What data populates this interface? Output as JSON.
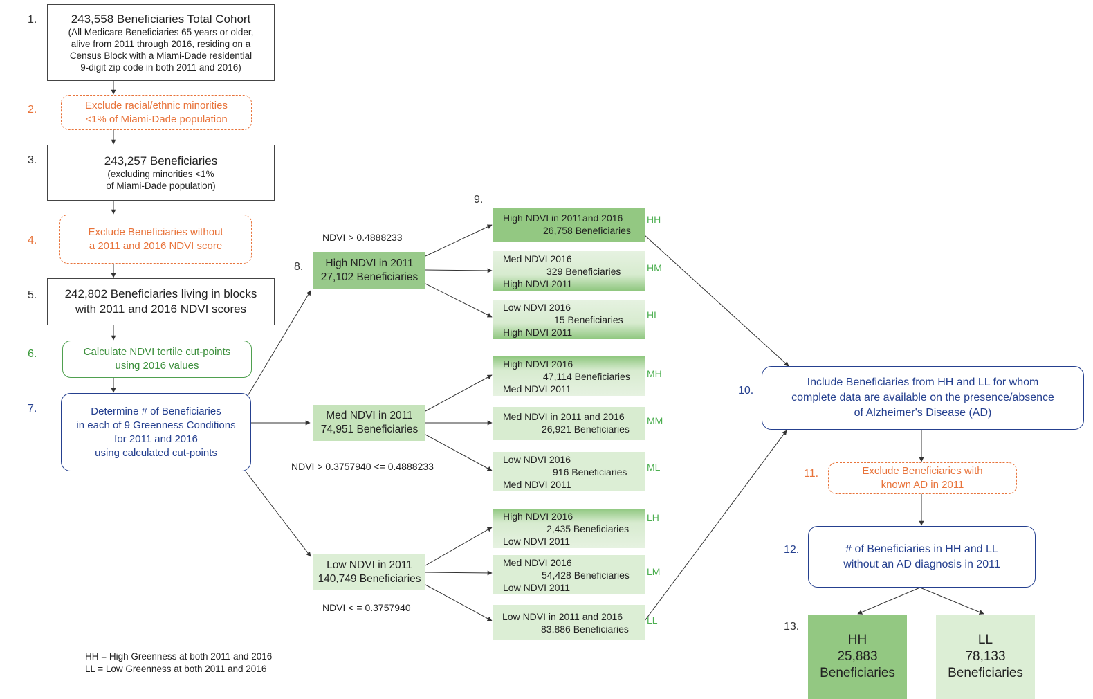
{
  "step_numbers": {
    "s1": "1.",
    "s2": "2.",
    "s3": "3.",
    "s4": "4.",
    "s5": "5.",
    "s6": "6.",
    "s7": "7.",
    "s8": "8.",
    "s9": "9.",
    "s10": "10.",
    "s11": "11.",
    "s12": "12.",
    "s13": "13."
  },
  "step1": {
    "title": "243,558 Beneficiaries Total Cohort",
    "line1": "(All Medicare Beneficiaries 65 years or older,",
    "line2": "alive from 2011 through 2016, residing on a",
    "line3": "Census Block with a Miami-Dade residential",
    "line4": "9-digit zip code in both 2011 and 2016)"
  },
  "step2": {
    "line1": "Exclude racial/ethnic minorities",
    "line2": "<1% of Miami-Dade population"
  },
  "step3": {
    "title": "243,257 Beneficiaries",
    "line1": "(excluding minorities <1%",
    "line2": "of Miami-Dade population)"
  },
  "step4": {
    "line1": "Exclude Beneficiaries without",
    "line2": "a 2011 and 2016 NDVI score"
  },
  "step5": {
    "line1": "242,802 Beneficiaries living in blocks",
    "line2": "with 2011 and 2016 NDVI scores"
  },
  "step6": {
    "line1": "Calculate NDVI tertile cut-points",
    "line2": "using 2016 values"
  },
  "step7": {
    "line1": "Determine # of Beneficiaries",
    "line2": "in each of 9 Greenness Conditions",
    "line3": "for 2011 and 2016",
    "line4": "using calculated cut-points"
  },
  "level2011": {
    "high": {
      "line1": "High NDVI in 2011",
      "line2": "27,102 Beneficiaries"
    },
    "med": {
      "line1": "Med NDVI in 2011",
      "line2": "74,951 Beneficiaries"
    },
    "low": {
      "line1": "Low NDVI in 2011",
      "line2": "140,749 Beneficiaries"
    }
  },
  "cutpoints": {
    "high": "NDVI > 0.4888233",
    "med": "NDVI  > 0.3757940 <= 0.4888233",
    "low": "NDVI < = 0.3757940"
  },
  "conditions": {
    "HH": {
      "code": "HH",
      "line1": "High NDVI in 2011and 2016",
      "line2": "26,758 Beneficiaries"
    },
    "HM": {
      "code": "HM",
      "line1": "Med NDVI 2016",
      "line2": "329 Beneficiaries",
      "line3": "High NDVI 2011"
    },
    "HL": {
      "code": "HL",
      "line1": "Low NDVI 2016",
      "line2": "15 Beneficiaries",
      "line3": "High NDVI 2011"
    },
    "MH": {
      "code": "MH",
      "line1": "High NDVI 2016",
      "line2": "47,114 Beneficiaries",
      "line3": "Med NDVI 2011"
    },
    "MM": {
      "code": "MM",
      "line1": "Med NDVI in 2011 and 2016",
      "line2": "26,921 Beneficiaries"
    },
    "ML": {
      "code": "ML",
      "line1": "Low NDVI 2016",
      "line2": "916 Beneficiaries",
      "line3": "Med NDVI 2011"
    },
    "LH": {
      "code": "LH",
      "line1": "High NDVI 2016",
      "line2": "2,435 Beneficiaries",
      "line3": "Low NDVI 2011"
    },
    "LM": {
      "code": "LM",
      "line1": "Med NDVI 2016",
      "line2": "54,428 Beneficiaries",
      "line3": "Low NDVI 2011"
    },
    "LL": {
      "code": "LL",
      "line1": "Low NDVI in 2011 and 2016",
      "line2": "83,886 Beneficiaries"
    }
  },
  "step10": {
    "line1": "Include Beneficiaries from HH and LL for whom",
    "line2": "complete data are available on the presence/absence",
    "line3": "of Alzheimer's Disease (AD)"
  },
  "step11": {
    "line1": "Exclude Beneficiaries with",
    "line2": "known AD in 2011"
  },
  "step12": {
    "line1": "# of Beneficiaries in HH and LL",
    "line2": "without an AD diagnosis in 2011"
  },
  "step13": {
    "hh": {
      "code": "HH",
      "count": "25,883",
      "label": "Beneficiaries"
    },
    "ll": {
      "code": "LL",
      "count": "78,133",
      "label": "Beneficiaries"
    }
  },
  "legend": {
    "hh": "HH = High Greenness at both 2011 and 2016",
    "ll": "LL  =  Low Greenness at both 2011 and 2016"
  },
  "colors": {
    "orange": "#e8733a",
    "green": "#4fa04f",
    "blue": "#25408f",
    "dark_green_fill": "#98c98a",
    "light_green_fill": "#dceed5"
  }
}
